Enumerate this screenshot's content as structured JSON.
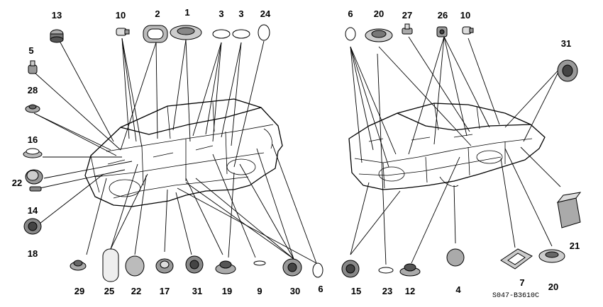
{
  "diagram": {
    "code": "S047-B3610C",
    "left_top_labels": [
      "13",
      "10",
      "2",
      "1",
      "3",
      "3",
      "24"
    ],
    "left_side_labels": [
      "5",
      "28",
      "16",
      "22",
      "14",
      "18"
    ],
    "left_bottom_labels": [
      "29",
      "25",
      "22",
      "17",
      "31",
      "19",
      "9",
      "30",
      "6"
    ],
    "right_top_labels": [
      "6",
      "20",
      "27",
      "26",
      "10",
      "31"
    ],
    "right_bottom_labels": [
      "15",
      "23",
      "12",
      "4",
      "7",
      "20",
      "21"
    ]
  }
}
